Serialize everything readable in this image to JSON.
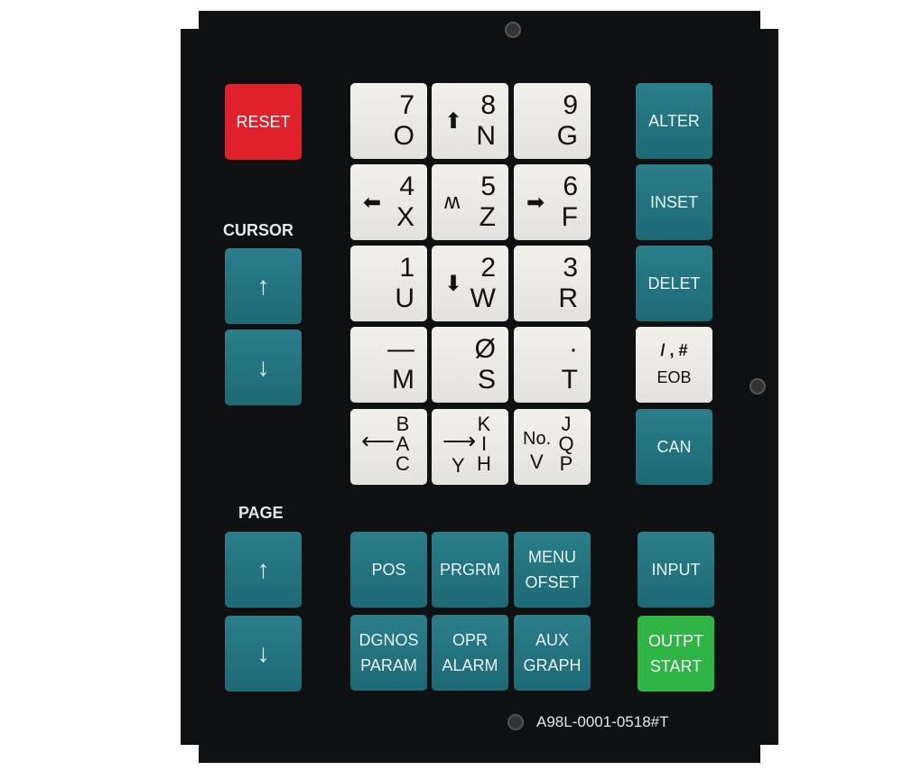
{
  "labels": {
    "cursor": "CURSOR",
    "page": "PAGE",
    "model": "A98L-0001-0518#T"
  },
  "reset": "RESET",
  "right_keys": [
    [
      "ALTER"
    ],
    [
      "INSET"
    ],
    [
      "DELET"
    ]
  ],
  "eob": {
    "top": "/ , #",
    "bottom": "EOB"
  },
  "can": "CAN",
  "cursor_keys": [
    "↑",
    "↓"
  ],
  "page_keys": [
    "↑",
    "↓"
  ],
  "num_keys": [
    {
      "top": "7",
      "bottom": "O",
      "sym": ""
    },
    {
      "top": "8",
      "bottom": "N",
      "sym": "⬆"
    },
    {
      "top": "9",
      "bottom": "G",
      "sym": ""
    },
    {
      "top": "4",
      "bottom": "X",
      "sym": "⬅"
    },
    {
      "top": "5",
      "bottom": "Z",
      "sym": "ʍ"
    },
    {
      "top": "6",
      "bottom": "F",
      "sym": "➡"
    },
    {
      "top": "1",
      "bottom": "U",
      "sym": ""
    },
    {
      "top": "2",
      "bottom": "W",
      "sym": "⬇"
    },
    {
      "top": "3",
      "bottom": "R",
      "sym": ""
    },
    {
      "top": "—",
      "bottom": "M",
      "sym": ""
    },
    {
      "top": "Ø",
      "bottom": "S",
      "sym": ""
    },
    {
      "top": "·",
      "bottom": "T",
      "sym": ""
    }
  ],
  "stack_keys": [
    {
      "letters": [
        "B",
        "A",
        "C"
      ],
      "sym": "⟵",
      "extra": ""
    },
    {
      "letters": [
        "K",
        "I",
        "H"
      ],
      "sym": "⟶",
      "extra": "Y"
    },
    {
      "letters": [
        "J",
        "Q",
        "P"
      ],
      "sym": "No.",
      "extra": "V"
    }
  ],
  "func_keys": [
    [
      "POS"
    ],
    [
      "PRGRM"
    ],
    [
      "MENU",
      "OFSET"
    ],
    [
      "DGNOS",
      "PARAM"
    ],
    [
      "OPR",
      "ALARM"
    ],
    [
      "AUX",
      "GRAPH"
    ]
  ],
  "input": "INPUT",
  "output": [
    "OUTPT",
    "START"
  ],
  "colors": {
    "teal": "#1f6e79",
    "red": "#e0212b",
    "green": "#2fb446",
    "board": "#0f1012"
  }
}
